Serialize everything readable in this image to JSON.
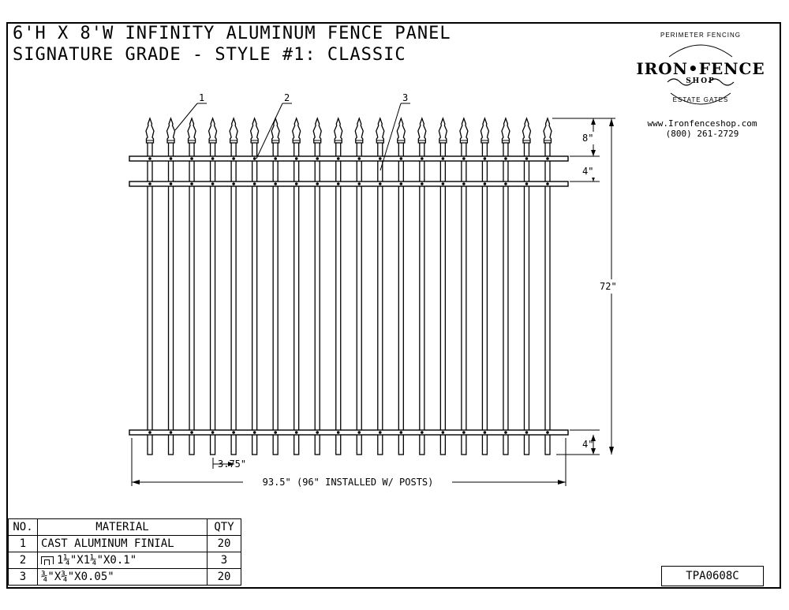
{
  "title": {
    "line1": "6'H X 8'W INFINITY ALUMINUM FENCE PANEL",
    "line2": "SIGNATURE GRADE - STYLE #1: CLASSIC"
  },
  "logo": {
    "arc_top": "PERIMETER FENCING",
    "main": "IRON•FENCE",
    "sub": "SHOP",
    "arc_bottom": "ESTATE GATES"
  },
  "contact": {
    "website": "www.Ironfenceshop.com",
    "phone": "(800) 261-2729"
  },
  "callouts": [
    "1",
    "2",
    "3"
  ],
  "dimensions": {
    "finial_height": "8\"",
    "rail_gap": "4\"",
    "picket_height": "72\"",
    "bottom_extension": "4\"",
    "picket_spacing": "3.75\"",
    "panel_width": "93.5\" (96\" INSTALLED W/ POSTS)"
  },
  "bom": {
    "headers": [
      "NO.",
      "MATERIAL",
      "QTY"
    ],
    "rows": [
      {
        "no": "1",
        "material": "CAST ALUMINUM FINIAL",
        "qty": "20"
      },
      {
        "no": "2",
        "material": "1¼\"X1¼\"X0.1\"",
        "qty": "3"
      },
      {
        "no": "3",
        "material": "¾\"X¾\"X0.05\"",
        "qty": "20"
      }
    ]
  },
  "drawing_number": "TPA0608C",
  "picket_count": 20
}
